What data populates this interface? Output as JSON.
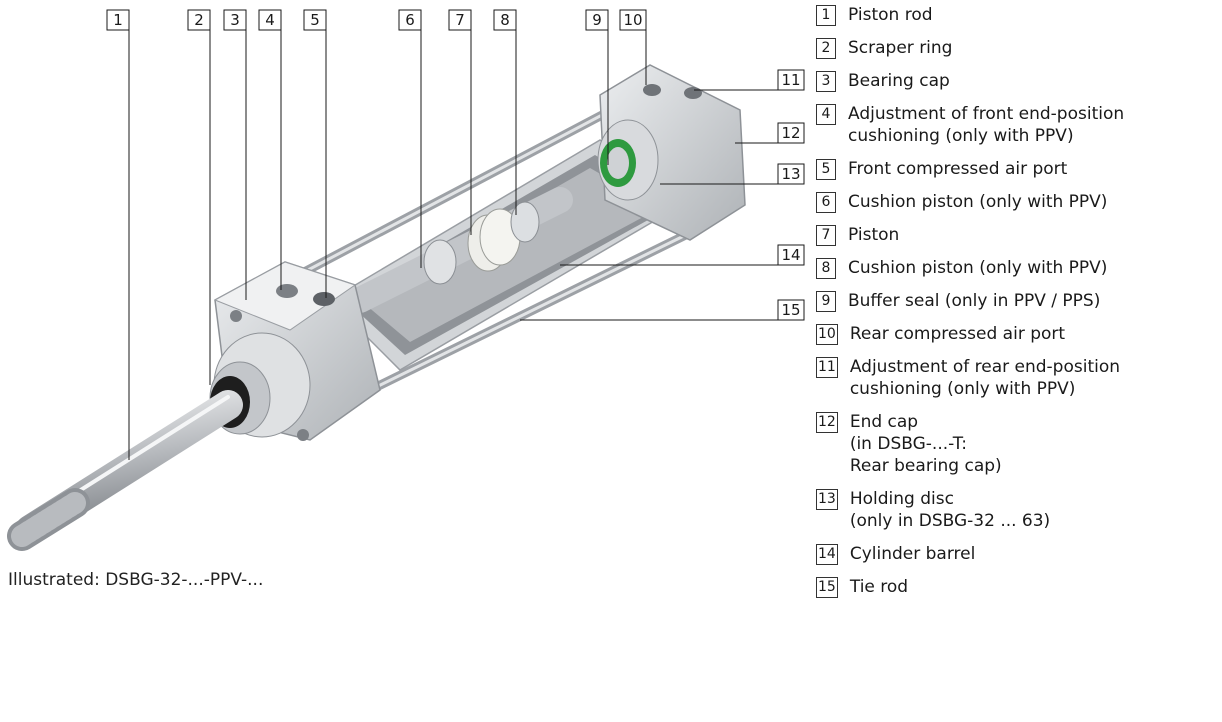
{
  "caption": "Illustrated: DSBG-32-...-PPV-...",
  "callouts": [
    "1",
    "2",
    "3",
    "4",
    "5",
    "6",
    "7",
    "8",
    "9",
    "10",
    "11",
    "12",
    "13",
    "14",
    "15"
  ],
  "legend": [
    {
      "num": "1",
      "text": "Piston rod"
    },
    {
      "num": "2",
      "text": "Scraper ring"
    },
    {
      "num": "3",
      "text": "Bearing cap"
    },
    {
      "num": "4",
      "text": "Adjustment of front end-position\ncushioning (only with PPV)"
    },
    {
      "num": "5",
      "text": "Front compressed air port"
    },
    {
      "num": "6",
      "text": "Cushion piston (only with PPV)"
    },
    {
      "num": "7",
      "text": "Piston"
    },
    {
      "num": "8",
      "text": "Cushion piston (only with PPV)"
    },
    {
      "num": "9",
      "text": "Buffer seal (only in PPV / PPS)"
    },
    {
      "num": "10",
      "text": "Rear compressed air port"
    },
    {
      "num": "11",
      "text": "Adjustment of rear end-position\ncushioning (only with PPV)"
    },
    {
      "num": "12",
      "text": "End cap\n(in DSBG-...-T:\nRear bearing cap)"
    },
    {
      "num": "13",
      "text": "Holding disc\n(only in DSBG-32 ... 63)"
    },
    {
      "num": "14",
      "text": "Cylinder barrel"
    },
    {
      "num": "15",
      "text": "Tie rod"
    }
  ],
  "colors": {
    "metal": "#c9ccd0",
    "metal_dark": "#8e9297",
    "seal_green": "#2e9a3f",
    "line": "#1a1a1a"
  }
}
